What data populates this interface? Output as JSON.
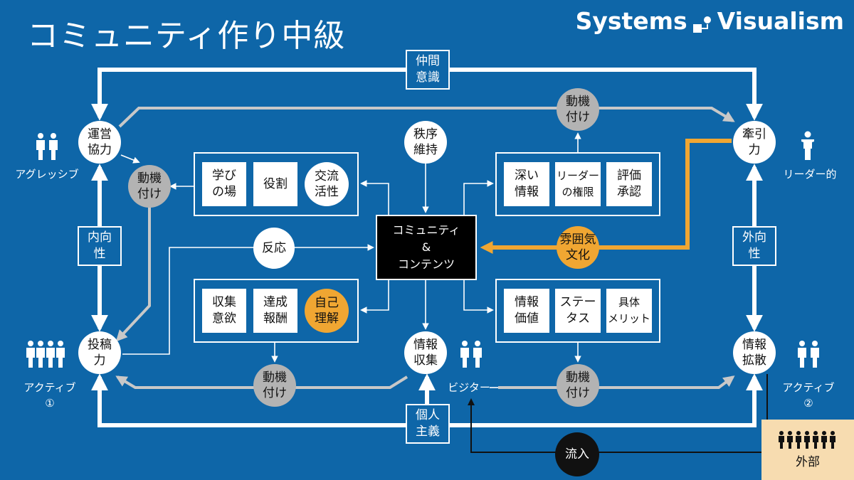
{
  "title": "コミュニティ作り中級",
  "brand": {
    "left": "Systems",
    "right": "Visualism"
  },
  "colors": {
    "bg": "#0e66a8",
    "orange": "#f0a632",
    "gray": "#b3b3b3",
    "external": "#f7dcb0"
  },
  "nodes": {
    "unei": [
      "運営",
      "協力"
    ],
    "kenin": [
      "牽引",
      "力"
    ],
    "toko": [
      "投稿",
      "力"
    ],
    "joho_kakusan": [
      "情報",
      "拡散"
    ],
    "chitsujo": [
      "秩序",
      "維持"
    ],
    "hanno": "反応",
    "joho_shushu": [
      "情報",
      "収集"
    ],
    "core": [
      "コミュニティ",
      "&",
      "コンテンツ"
    ],
    "fun": [
      "雰囲気",
      "文化"
    ],
    "ryunyu": "流入",
    "motiv_top": [
      "動機",
      "付け"
    ],
    "motiv_left": [
      "動機",
      "付け"
    ],
    "motiv_bl": [
      "動機",
      "付け"
    ],
    "motiv_br": [
      "動機",
      "付け"
    ]
  },
  "labels": {
    "nakama": [
      "仲間",
      "意識"
    ],
    "naiko": [
      "内向",
      "性"
    ],
    "gaiko": [
      "外向",
      "性"
    ],
    "kojin": [
      "個人",
      "主義"
    ]
  },
  "panels": {
    "top_left": [
      [
        "学び",
        "の場"
      ],
      "役割",
      [
        "交流",
        "活性"
      ]
    ],
    "top_right": [
      [
        "深い",
        "情報"
      ],
      [
        "リーダー",
        "の権限"
      ],
      [
        "評価",
        "承認"
      ]
    ],
    "bottom_left": [
      [
        "収集",
        "意欲"
      ],
      [
        "達成",
        "報酬"
      ],
      [
        "自己",
        "理解"
      ]
    ],
    "bottom_right": [
      [
        "情報",
        "価値"
      ],
      [
        "ステー",
        "タス"
      ],
      [
        "具体",
        "メリット"
      ]
    ]
  },
  "people": {
    "aggressive": "アグレッシブ",
    "leader": "リーダー的",
    "active1": [
      "アクティブ",
      "①"
    ],
    "active2": [
      "アクティブ",
      "②"
    ],
    "visitor": "ビジター",
    "external": "外部"
  }
}
